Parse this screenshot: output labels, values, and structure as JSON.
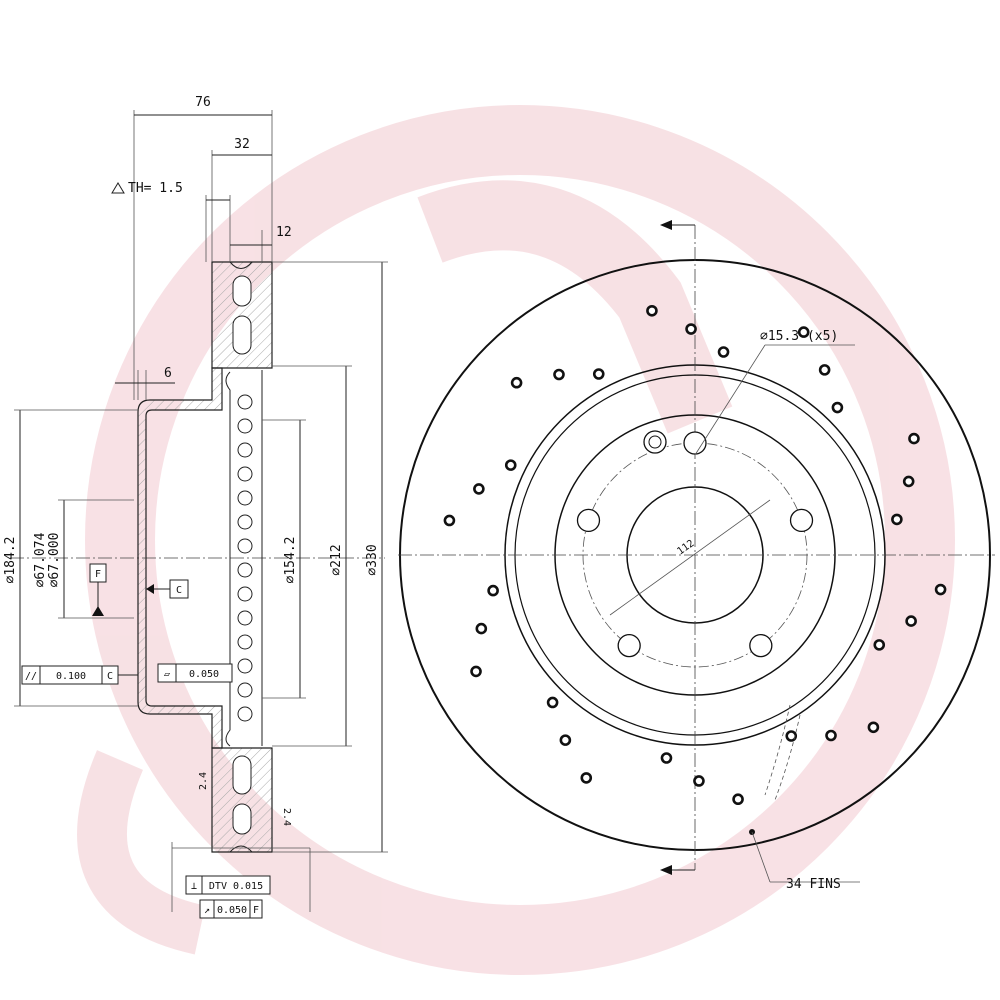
{
  "watermark": {
    "color": "#f2c9cf",
    "icon": "brembo-logo-icon"
  },
  "section_view": {
    "dimensions": {
      "overall_width": "76",
      "hat_width": "32",
      "min_thickness_label": "TH= 1.5",
      "flange_thickness": "12",
      "hat_wall": "6",
      "dia_hat_outer": "184.2",
      "dia_bore_max": "67.074",
      "dia_bore_min": "67.000",
      "dia_inner_ring": "154.2",
      "dia_friction_inner": "212",
      "dia_outer": "330"
    },
    "datums": {
      "f": "F",
      "c": "C"
    },
    "tolerances": {
      "parallelism": "0.100",
      "parallelism_ref": "C",
      "flatness": "0.050",
      "dtv": "DTV 0.015",
      "runout": "0.050",
      "runout_ref": "F"
    },
    "surface_marks": [
      "2.4",
      "2.4"
    ]
  },
  "front_view": {
    "bolt_hole_label": "15.3 (x5)",
    "pcd_label": "112",
    "fins_label": "34 FINS",
    "hole_color": "#111111"
  }
}
